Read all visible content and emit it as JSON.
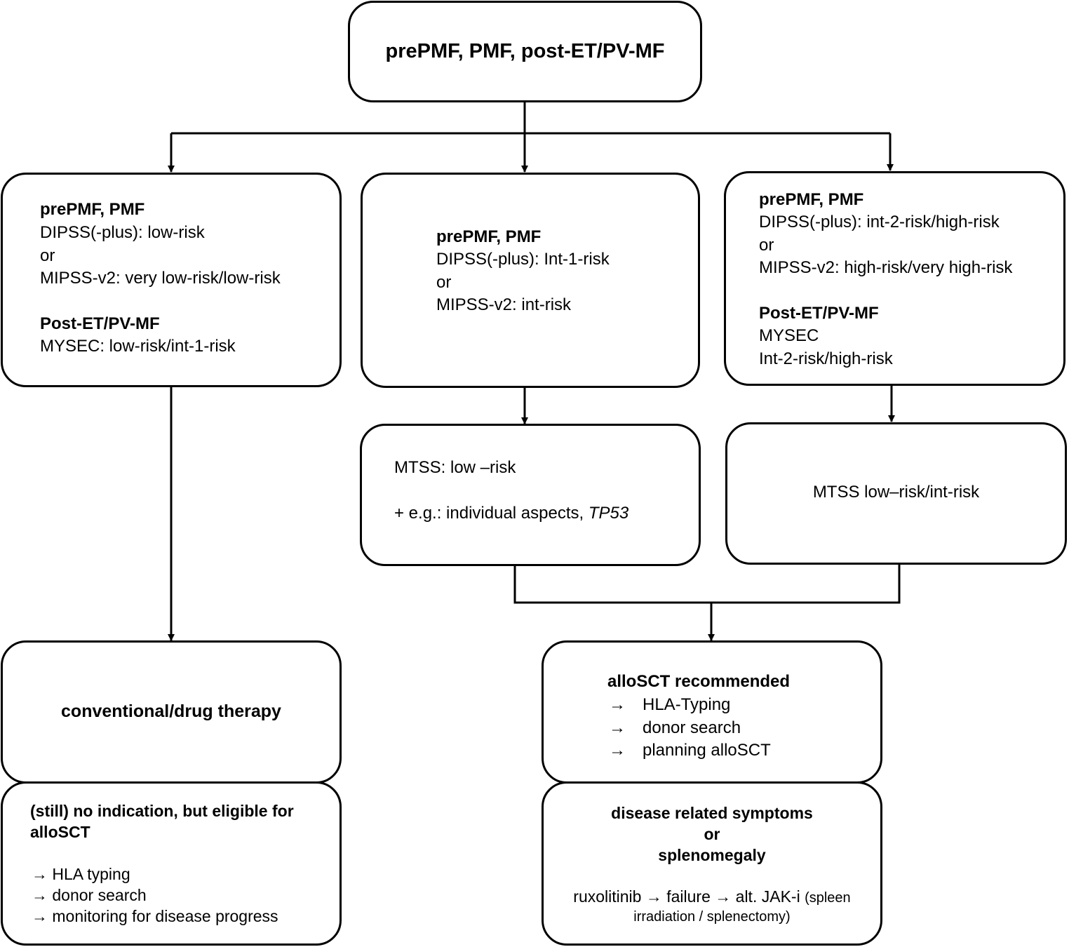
{
  "top": {
    "title": "prePMF, PMF, post-ET/PV-MF"
  },
  "low_risk": {
    "h1": "prePMF, PMF",
    "l1": "DIPSS(-plus): low-risk",
    "l2": "or",
    "l3": "MIPSS-v2: very low-risk/low-risk",
    "h2": "Post-ET/PV-MF",
    "l4": "MYSEC: low-risk/int-1-risk"
  },
  "int_risk": {
    "h1": "prePMF, PMF",
    "l1": "DIPSS(-plus): Int-1-risk",
    "l2": "or",
    "l3": "MIPSS-v2: int-risk"
  },
  "high_risk": {
    "h1": "prePMF, PMF",
    "l1": "DIPSS(-plus): int-2-risk/high-risk",
    "l2": "or",
    "l3": "MIPSS-v2: high-risk/very high-risk",
    "h2": "Post-ET/PV-MF",
    "l4": "MYSEC",
    "l5": "Int-2-risk/high-risk"
  },
  "mtss_low": {
    "l1": "MTSS: low –risk",
    "l2a": "+ e.g.: individual aspects, ",
    "l2b": "TP53"
  },
  "mtss_lowint": {
    "l1": "MTSS low–risk/int-risk"
  },
  "conventional": {
    "title": "conventional/drug therapy"
  },
  "no_indication": {
    "h1": "(still) no indication, but eligible for",
    "h2": "alloSCT",
    "items": [
      "→ HLA typing",
      "→ donor search",
      "→ monitoring for disease progress"
    ]
  },
  "allosct": {
    "title": "alloSCT recommended",
    "arrow": "→",
    "items": [
      "HLA-Typing",
      "donor search",
      "planning alloSCT"
    ]
  },
  "symptoms": {
    "h1": "disease related symptoms",
    "h2": "or",
    "h3": "splenomegaly",
    "l1a": "ruxolitinib → failure → alt. JAK-i ",
    "l1b": "(spleen",
    "l2": "irradiation / splenectomy)"
  }
}
